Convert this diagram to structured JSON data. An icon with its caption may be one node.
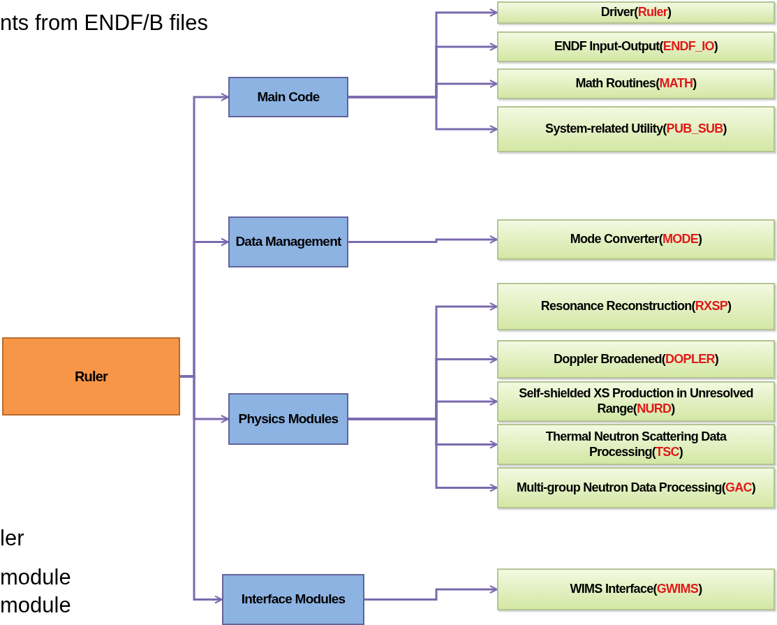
{
  "diagram": {
    "nodes": [
      {
        "text": [
          "Ruler"
        ]
      },
      {
        "text": [
          "Main Code"
        ]
      },
      {
        "text": [
          "Data Management"
        ]
      },
      {
        "text": [
          "Physics Modules"
        ]
      },
      {
        "text": [
          "Interface Modules"
        ]
      },
      {
        "text": [
          "Driver(**Ruler**)"
        ]
      },
      {
        "text": [
          "ENDF Input-Output(**ENDF_IO**)"
        ]
      },
      {
        "text": [
          "Math Routines(**MATH**)"
        ]
      },
      {
        "text": [
          "System-related Utility(**PUB_SUB**)"
        ]
      },
      {
        "text": [
          "Mode Converter(**MODE**)"
        ]
      },
      {
        "text": [
          "Resonance Reconstruction(**RXSP**)"
        ]
      },
      {
        "text": [
          "Doppler Broadened(**DOPLER**)"
        ]
      },
      {
        "text": [
          "Self-shielded XS Production in Unresolved Range(**NURD**)"
        ]
      },
      {
        "text": [
          "Thermal Neutron Scattering Data Processing(**TSC**)"
        ]
      },
      {
        "text": [
          "Multi-group Neutron Data Processing(**GAC**)"
        ]
      },
      {
        "text": [
          "WIMS Interface(**GWIMS**)"
        ]
      }
    ],
    "edges": [
      {
        "from": 0,
        "to": 1,
        "arrow": "to"
      },
      {
        "from": 0,
        "to": 2,
        "arrow": "to"
      },
      {
        "from": 0,
        "to": 3,
        "arrow": "to"
      },
      {
        "from": 0,
        "to": 4,
        "arrow": "to"
      },
      {
        "from": 1,
        "to": 5,
        "arrow": "to"
      },
      {
        "from": 1,
        "to": 6,
        "arrow": "to"
      },
      {
        "from": 1,
        "to": 7,
        "arrow": "to"
      },
      {
        "from": 1,
        "to": 8,
        "arrow": "to"
      },
      {
        "from": 2,
        "to": 9,
        "arrow": "to"
      },
      {
        "from": 3,
        "to": 10,
        "arrow": "to"
      },
      {
        "from": 3,
        "to": 11,
        "arrow": "to"
      },
      {
        "from": 3,
        "to": 12,
        "arrow": "to"
      },
      {
        "from": 3,
        "to": 13,
        "arrow": "to"
      },
      {
        "from": 3,
        "to": 14,
        "arrow": "to"
      },
      {
        "from": 4,
        "to": 15,
        "arrow": "to"
      }
    ],
    "labels": [
      "nts from ENDF/B files",
      "ler",
      "module",
      "module"
    ]
  }
}
